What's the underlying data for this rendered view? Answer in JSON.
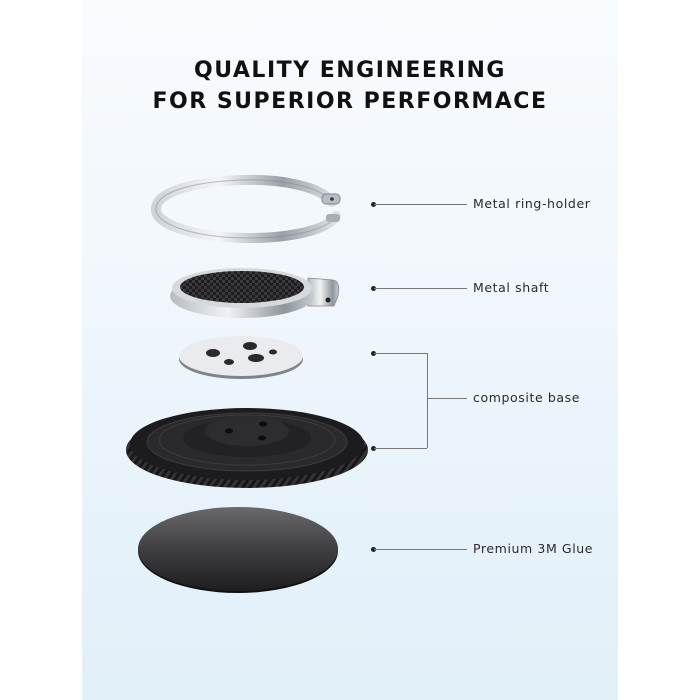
{
  "headline": {
    "line1": "QUALITY ENGINEERING",
    "line2": "FOR SUPERIOR PERFORMACE"
  },
  "callouts": [
    {
      "label": "Metal ring-holder"
    },
    {
      "label": "Metal shaft"
    },
    {
      "label": "composite base"
    },
    {
      "label": "Premium 3M Glue"
    }
  ],
  "parts": [
    {
      "name": "metal-ring-holder"
    },
    {
      "name": "metal-shaft-carbon-disc"
    },
    {
      "name": "metal-plate"
    },
    {
      "name": "composite-base"
    },
    {
      "name": "3m-glue-pad"
    }
  ],
  "colors": {
    "background_top": "#f8fbfe",
    "background_bottom": "#e2f0f9",
    "headline": "#111111",
    "label": "#2a2a2a",
    "leader_line": "#777777"
  }
}
